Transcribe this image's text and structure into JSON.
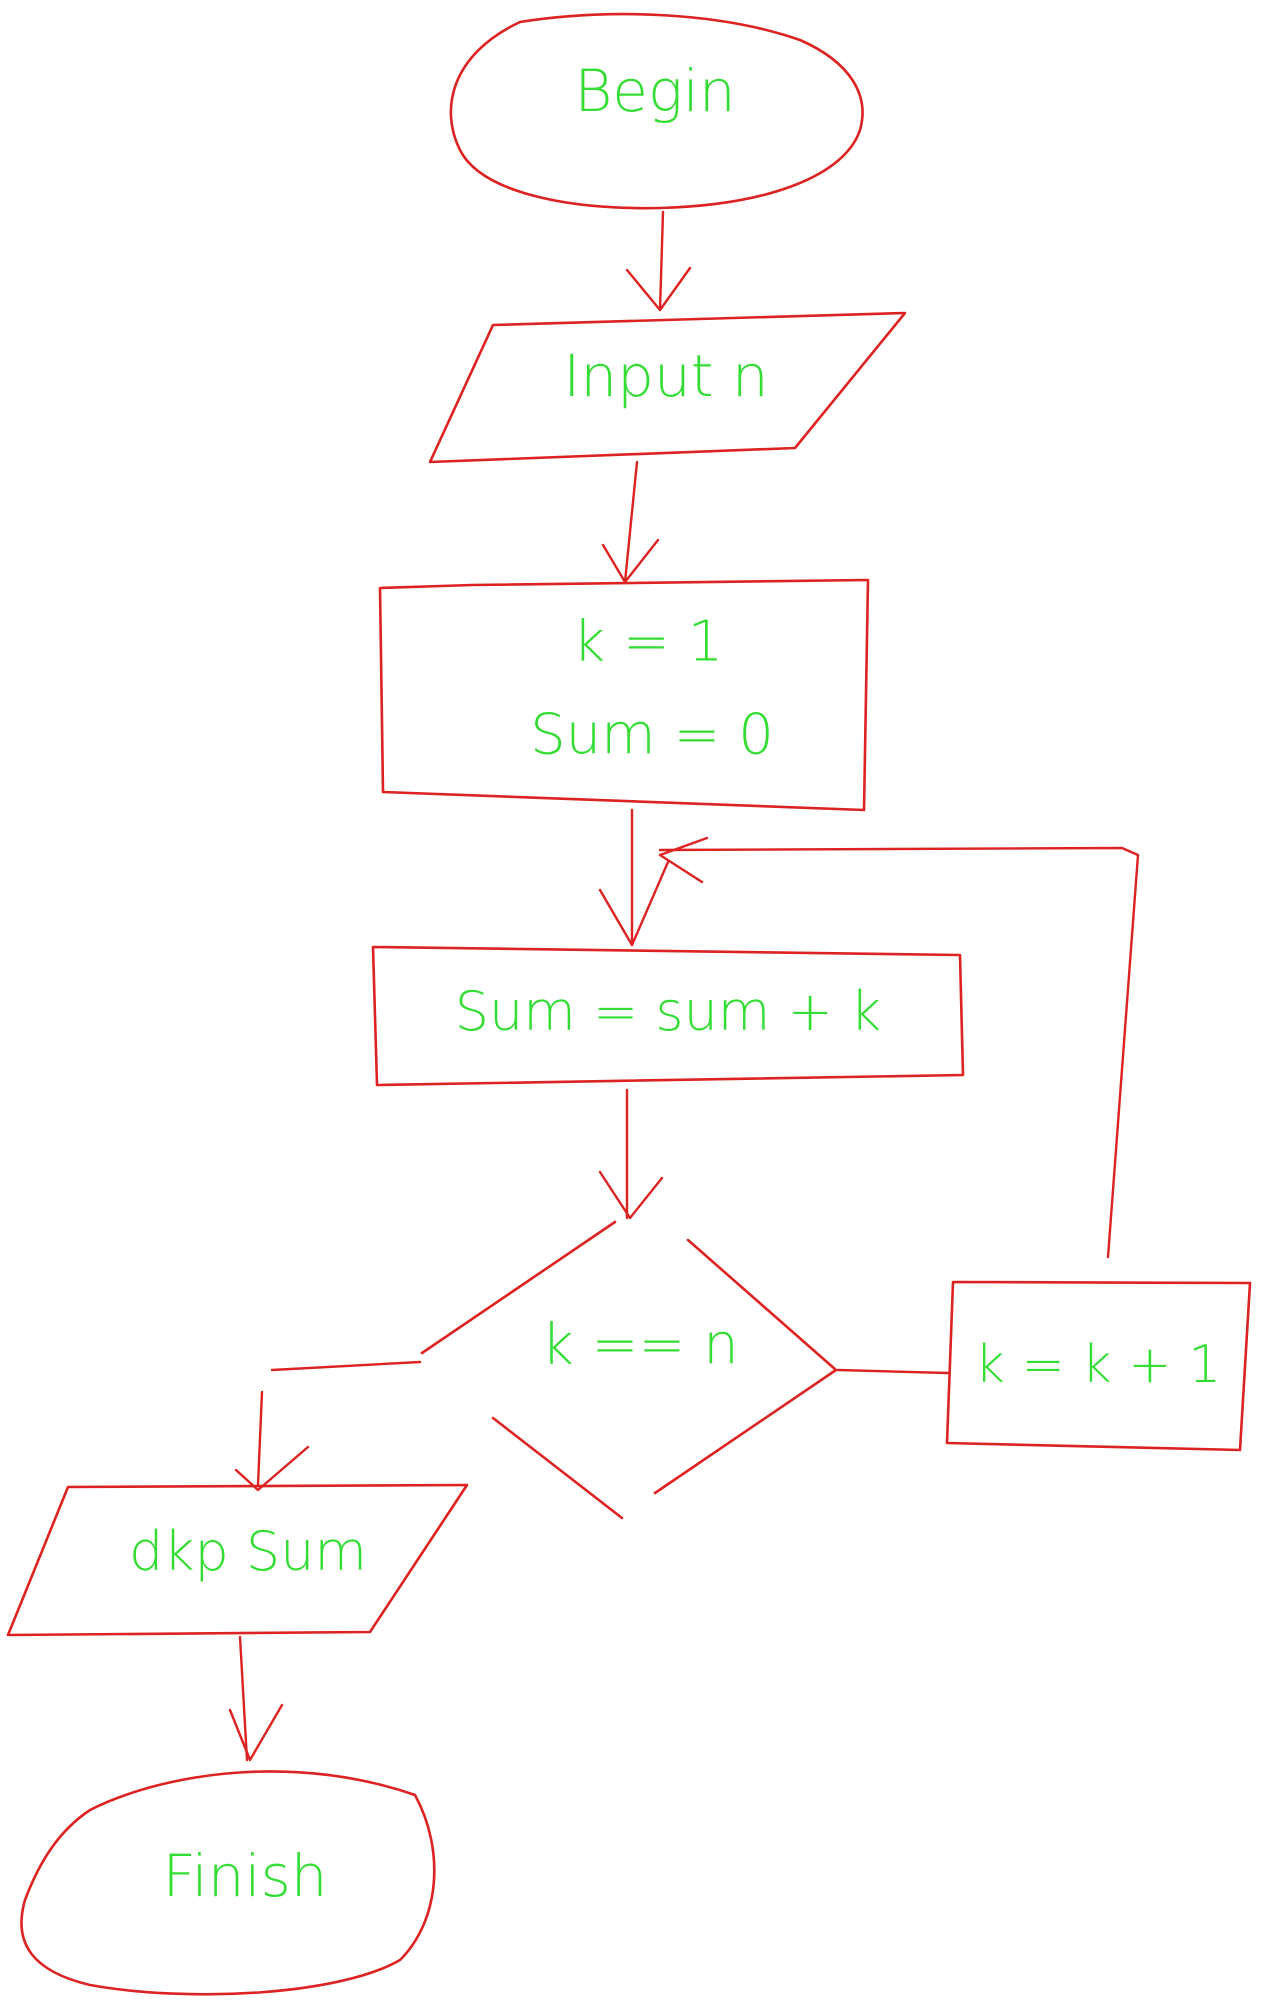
{
  "colors": {
    "shape_stroke": "#dd2222",
    "text": "#33dd33"
  },
  "nodes": {
    "begin": "Begin",
    "input": "Input n",
    "init_k": "k = 1",
    "init_sum": "Sum = 0",
    "accumulate": "Sum = sum + k",
    "condition": "k == n",
    "increment": "k = k + 1",
    "output": "dkp Sum",
    "finish": "Finish"
  }
}
